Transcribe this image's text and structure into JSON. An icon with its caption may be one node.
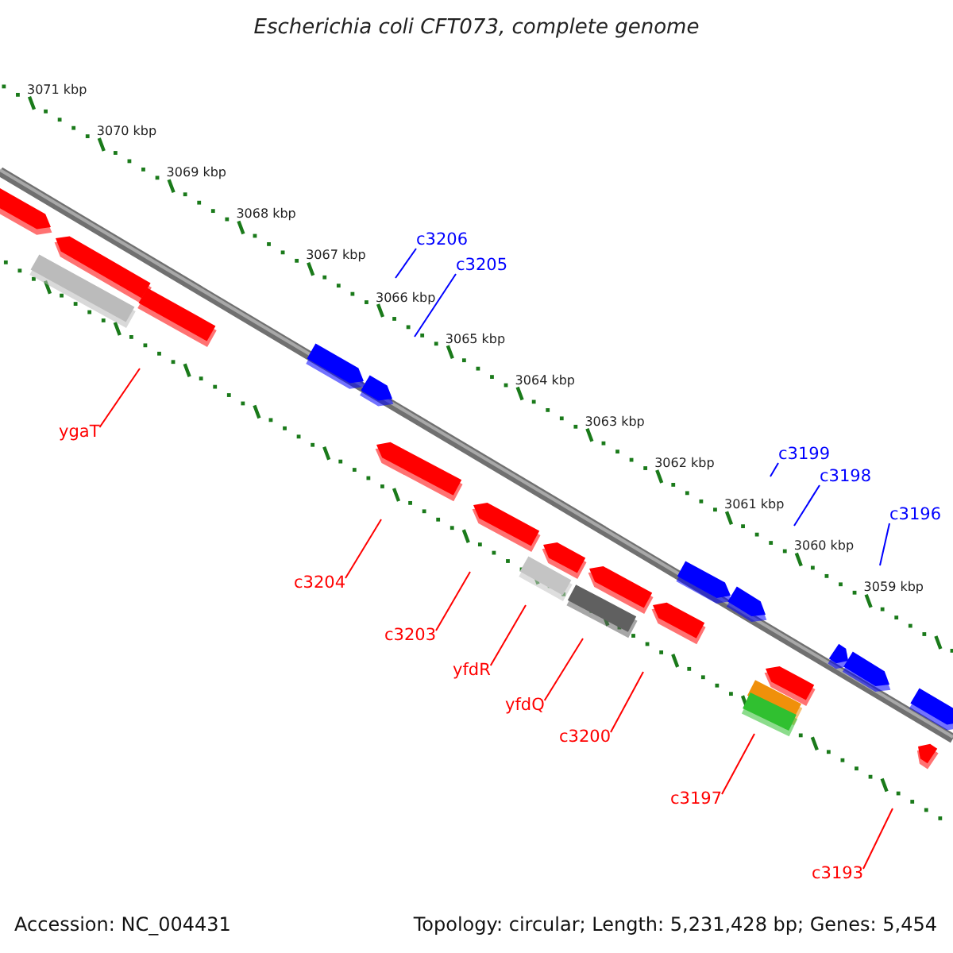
{
  "diagram": {
    "title": "Escherichia coli CFT073, complete genome",
    "nodes": [
      {
        "text": [
          "c3206"
        ]
      },
      {
        "text": [
          "c3205"
        ]
      },
      {
        "text": [
          "ygaT"
        ]
      },
      {
        "text": [
          "c3199"
        ]
      },
      {
        "text": [
          "c3198"
        ]
      },
      {
        "text": [
          "c3196"
        ]
      },
      {
        "text": [
          "c3204"
        ]
      },
      {
        "text": [
          "c3203"
        ]
      },
      {
        "text": [
          "yfdR"
        ]
      },
      {
        "text": [
          "yfdQ"
        ]
      },
      {
        "text": [
          "c3200"
        ]
      },
      {
        "text": [
          "c3197"
        ]
      },
      {
        "text": [
          "c3193"
        ]
      }
    ],
    "edges": [
      {
        "from": 0,
        "to": null,
        "arrow": "none",
        "color": "#0000ff"
      },
      {
        "from": 1,
        "to": null,
        "arrow": "none",
        "color": "#0000ff"
      },
      {
        "from": 2,
        "to": null,
        "arrow": "none"
      },
      {
        "from": 3,
        "to": null,
        "arrow": "none",
        "color": "#0000ff"
      },
      {
        "from": 4,
        "to": null,
        "arrow": "none",
        "color": "#0000ff"
      },
      {
        "from": 5,
        "to": null,
        "arrow": "none",
        "color": "#0000ff"
      },
      {
        "from": 6,
        "to": null,
        "arrow": "none"
      },
      {
        "from": 7,
        "to": null,
        "arrow": "none"
      },
      {
        "from": 8,
        "to": null,
        "arrow": "none"
      },
      {
        "from": 9,
        "to": null,
        "arrow": "none"
      },
      {
        "from": 10,
        "to": null,
        "arrow": "none"
      },
      {
        "from": 11,
        "to": null,
        "arrow": "none"
      },
      {
        "from": 12,
        "to": null,
        "arrow": "none"
      }
    ],
    "labels": [
      "3071 kbp",
      "3070 kbp",
      "3069 kbp",
      "3068 kbp",
      "3067 kbp",
      "3066 kbp",
      "3065 kbp",
      "3064 kbp",
      "3063 kbp",
      "3062 kbp",
      "3061 kbp",
      "3060 kbp",
      "3059 kbp",
      "Accession: NC_004431",
      "Topology: circular; Length: 5,231,428 bp; Genes: 5,454"
    ]
  }
}
